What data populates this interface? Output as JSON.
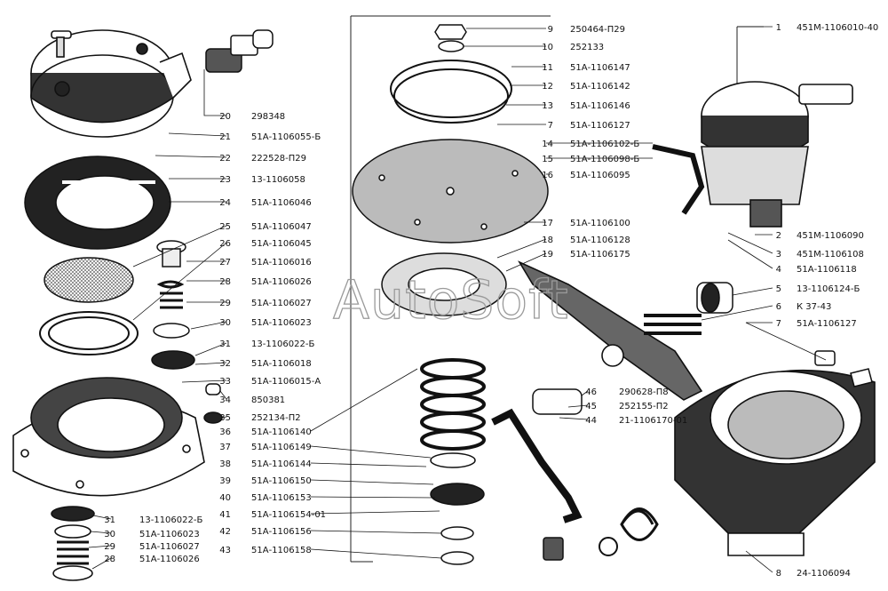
{
  "watermark": "AutoSoft",
  "parts": [
    {
      "num": "1",
      "code": "451М-1106010-40"
    },
    {
      "num": "2",
      "code": "451М-1106090"
    },
    {
      "num": "3",
      "code": "451М-1106108"
    },
    {
      "num": "4",
      "code": "51А-1106118"
    },
    {
      "num": "5",
      "code": "13-1106124-Б"
    },
    {
      "num": "6",
      "code": "К 37-43"
    },
    {
      "num": "7",
      "code": "51А-1106127"
    },
    {
      "num": "7",
      "code": "51А-1106127"
    },
    {
      "num": "8",
      "code": "24-1106094"
    },
    {
      "num": "9",
      "code": "250464-П29"
    },
    {
      "num": "10",
      "code": "252133"
    },
    {
      "num": "11",
      "code": "51А-1106147"
    },
    {
      "num": "12",
      "code": "51А-1106142"
    },
    {
      "num": "13",
      "code": "51А-1106146"
    },
    {
      "num": "14",
      "code": "51А-1106102-Б"
    },
    {
      "num": "15",
      "code": "51А-1106098-Б"
    },
    {
      "num": "16",
      "code": "51А-1106095"
    },
    {
      "num": "17",
      "code": "51А-1106100"
    },
    {
      "num": "18",
      "code": "51А-1106128"
    },
    {
      "num": "19",
      "code": "51А-1106175"
    },
    {
      "num": "20",
      "code": "298348"
    },
    {
      "num": "21",
      "code": "51А-1106055-Б"
    },
    {
      "num": "22",
      "code": "222528-П29"
    },
    {
      "num": "23",
      "code": "13-1106058"
    },
    {
      "num": "24",
      "code": "51А-1106046"
    },
    {
      "num": "25",
      "code": "51А-1106047"
    },
    {
      "num": "26",
      "code": "51А-1106045"
    },
    {
      "num": "27",
      "code": "51А-1106016"
    },
    {
      "num": "28",
      "code": "51А-1106026"
    },
    {
      "num": "29",
      "code": "51А-1106027"
    },
    {
      "num": "30",
      "code": "51А-1106023"
    },
    {
      "num": "31",
      "code": "13-1106022-Б"
    },
    {
      "num": "32",
      "code": "51А-1106018"
    },
    {
      "num": "33",
      "code": "51А-1106015-А"
    },
    {
      "num": "34",
      "code": "850381"
    },
    {
      "num": "35",
      "code": "252134-П2"
    },
    {
      "num": "36",
      "code": "51А-1106140"
    },
    {
      "num": "37",
      "code": "51А-1106149"
    },
    {
      "num": "38",
      "code": "51А-1106144"
    },
    {
      "num": "39",
      "code": "51А-1106150"
    },
    {
      "num": "40",
      "code": "51А-1106153"
    },
    {
      "num": "41",
      "code": "51А-1106154-01"
    },
    {
      "num": "42",
      "code": "51А-1106156"
    },
    {
      "num": "43",
      "code": "51А-1106158"
    },
    {
      "num": "31",
      "code": "13-1106022-Б"
    },
    {
      "num": "30",
      "code": "51А-1106023"
    },
    {
      "num": "29",
      "code": "51А-1106027"
    },
    {
      "num": "28",
      "code": "51А-1106026"
    },
    {
      "num": "46",
      "code": "290628-П8"
    },
    {
      "num": "45",
      "code": "252155-П2"
    },
    {
      "num": "44",
      "code": "21-1106170-01"
    }
  ]
}
